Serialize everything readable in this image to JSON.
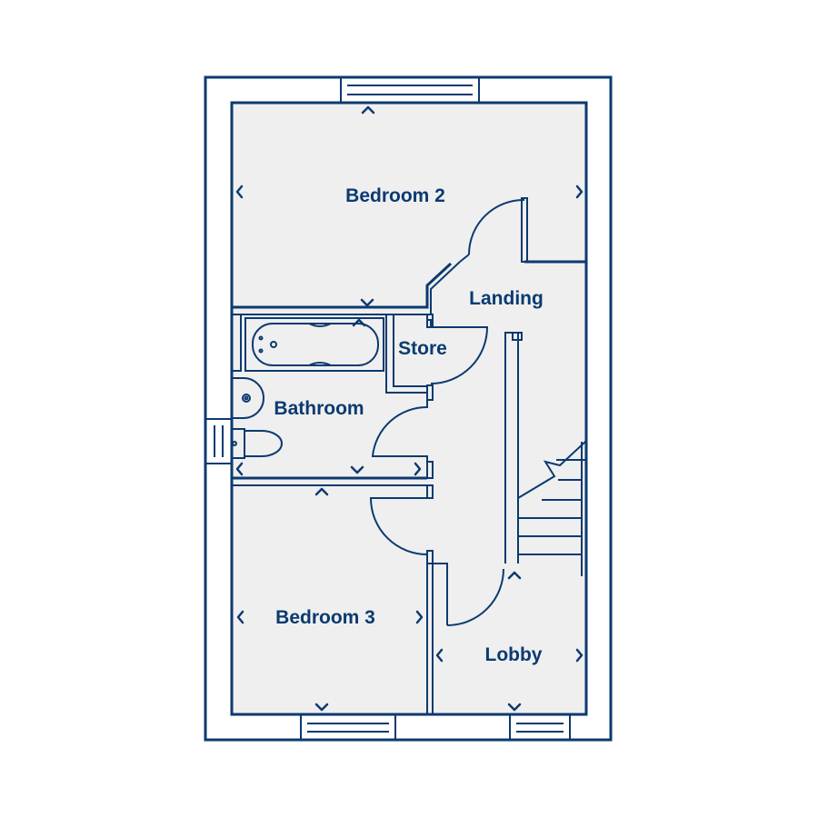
{
  "rooms": {
    "bedroom2": "Bedroom 2",
    "landing": "Landing",
    "store": "Store",
    "bathroom": "Bathroom",
    "bedroom3": "Bedroom 3",
    "lobby": "Lobby"
  },
  "colors": {
    "line": "#0b3a70",
    "floor": "#efefef",
    "background": "#ffffff"
  }
}
